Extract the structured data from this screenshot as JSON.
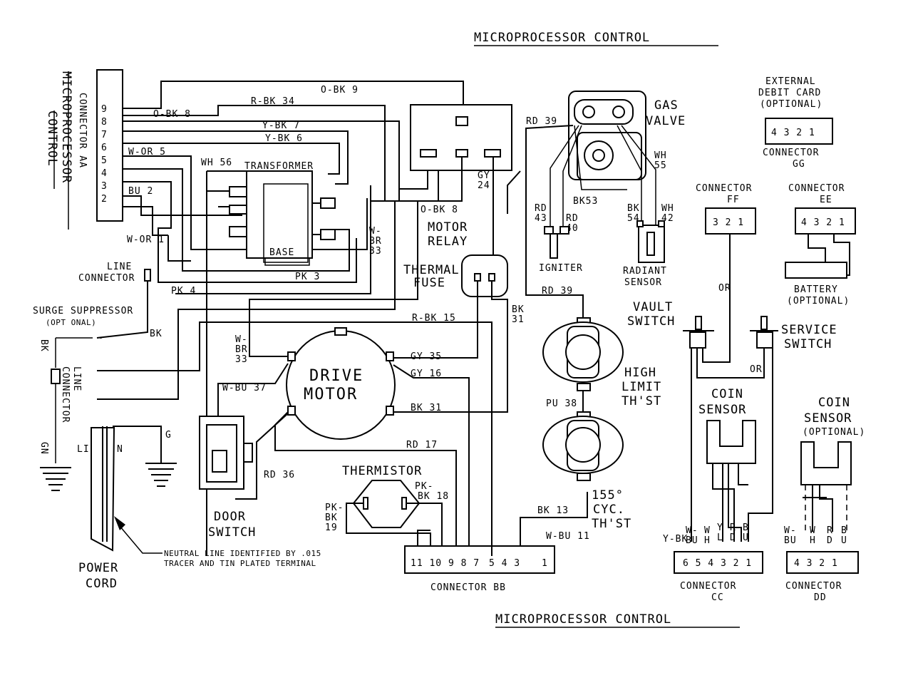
{
  "titles": {
    "top": "MICROPROCESSOR CONTROL",
    "bottom": "MICROPROCESSOR CONTROL"
  },
  "connector_aa": {
    "name": "CONNECTOR AA",
    "sub1": "MICROPROCESSOR",
    "sub2": "CONTROL",
    "pins": [
      "9",
      "8",
      "7",
      "6",
      "5",
      "4",
      "3",
      "2"
    ]
  },
  "wires": {
    "obk9": "O-BK 9",
    "rbk34": "R-BK 34",
    "obk8": "O-BK 8",
    "ybk7": "Y-BK 7",
    "ybk6": "Y-BK 6",
    "wor5": "W-OR 5",
    "wh56": "WH 56",
    "bu2": "BU 2",
    "wor1": "W-OR 1",
    "pk3": "PK 3",
    "pk4": "PK 4",
    "obk8b": "O-BK 8",
    "gy24a": "GY",
    "gy24b": "24",
    "wbr33a": "W-",
    "wbr33b": "BR",
    "wbr33c": "33",
    "rbk15": "R-BK 15",
    "bk31a": "BK",
    "bk31b": "31",
    "wbr33d": "W-",
    "wbr33e": "BR",
    "wbr33f": "33",
    "gy35": "GY 35",
    "gy16": "GY 16",
    "bk31": "BK 31",
    "wbu37": "W-BU 37",
    "rd36": "RD 36",
    "rd17": "RD 17",
    "pkbk18a": "PK-",
    "pkbk18b": "BK 18",
    "pkbk19a": "PK-",
    "pkbk19b": "BK",
    "pkbk19c": "19",
    "bk13": "BK 13",
    "wbu11": "W-BU 11",
    "rd39a": "RD 39",
    "rd39b": "RD 39",
    "wh55a": "WH",
    "wh55b": "55",
    "rd43a": "RD",
    "rd43b": "43",
    "rd40a": "RD",
    "rd40b": "40",
    "bk53": "BK53",
    "bk54a": "BK",
    "bk54b": "54",
    "wh42a": "WH",
    "wh42b": "42",
    "pu38": "PU 38",
    "bk_a": "BK",
    "bk_b": "BK",
    "gn": "GN",
    "or1": "OR",
    "or2": "OR"
  },
  "components": {
    "transformer": "TRANSFORMER",
    "base": "BASE",
    "motor_relay1": "MOTOR",
    "motor_relay2": "RELAY",
    "thermal_fuse1": "THERMAL",
    "thermal_fuse2": "FUSE",
    "drive_motor1": "DRIVE",
    "drive_motor2": "MOTOR",
    "door_switch1": "DOOR",
    "door_switch2": "SWITCH",
    "thermistor": "THERMISTOR",
    "gas_valve1": "GAS",
    "gas_valve2": "VALVE",
    "igniter": "IGNITER",
    "radiant1": "RADIANT",
    "radiant2": "SENSOR",
    "high_limit1": "HIGH",
    "high_limit2": "LIMIT",
    "high_limit3": "TH'ST",
    "cyc1": "155°",
    "cyc2": "CYC.",
    "cyc3": "TH'ST",
    "line_conn1a": "LINE",
    "line_conn1b": "CONNECTOR",
    "surge1": "SURGE SUPPRESSOR",
    "surge2": "(OPT ONAL)",
    "line_conn2a": "LINE",
    "line_conn2b": "CONNECTOR",
    "power1": "POWER",
    "power2": "CORD",
    "li": "LI",
    "n": "N",
    "g": "G",
    "neutral1": "NEUTRAL LINE IDENTIFIED BY .015",
    "neutral2": "TRACER AND TIN PLATED TERMINAL",
    "ext1": "EXTERNAL",
    "ext2": "DEBIT CARD",
    "ext3": "(OPTIONAL)",
    "conn_gg1": "CONNECTOR",
    "conn_gg2": "GG",
    "gg_pins": "4 3 2 1",
    "conn_ff1": "CONNECTOR",
    "conn_ff2": "FF",
    "ff_pins": "3 2 1",
    "conn_ee1": "CONNECTOR",
    "conn_ee2": "EE",
    "ee_pins": "4 3 2 1",
    "battery1": "BATTERY",
    "battery2": "(OPTIONAL)",
    "vault1": "VAULT",
    "vault2": "SWITCH",
    "service1": "SERVICE",
    "service2": "SWITCH",
    "coin1a": "COIN",
    "coin1b": "SENSOR",
    "coin2a": "COIN",
    "coin2b": "SENSOR",
    "coin2c": "(OPTIONAL)",
    "conn_bb": "CONNECTOR BB",
    "bb_pins1": "11 10 9 8 7",
    "bb_pins2": "5 4 3",
    "bb_pins3": "1",
    "conn_cc1": "CONNECTOR",
    "conn_cc2": "CC",
    "cc_pins": "6 5 4 3 2 1",
    "conn_dd1": "CONNECTOR",
    "conn_dd2": "DD",
    "dd_pins": "4 3 2 1",
    "cc_ybk": "Y-BK",
    "cc_w": "W-",
    "cc_bu": "BU",
    "cc_w2": "W",
    "cc_h": "H",
    "cc_y": "Y",
    "cc_l": "L",
    "cc_r": "R",
    "cc_d": "D",
    "cc_b": "B",
    "cc_u": "U",
    "dd_w": "W-",
    "dd_bu": "BU",
    "dd_w2": "W",
    "dd_h": "H",
    "dd_r": "R",
    "dd_d": "D",
    "dd_b": "B",
    "dd_u": "U"
  }
}
